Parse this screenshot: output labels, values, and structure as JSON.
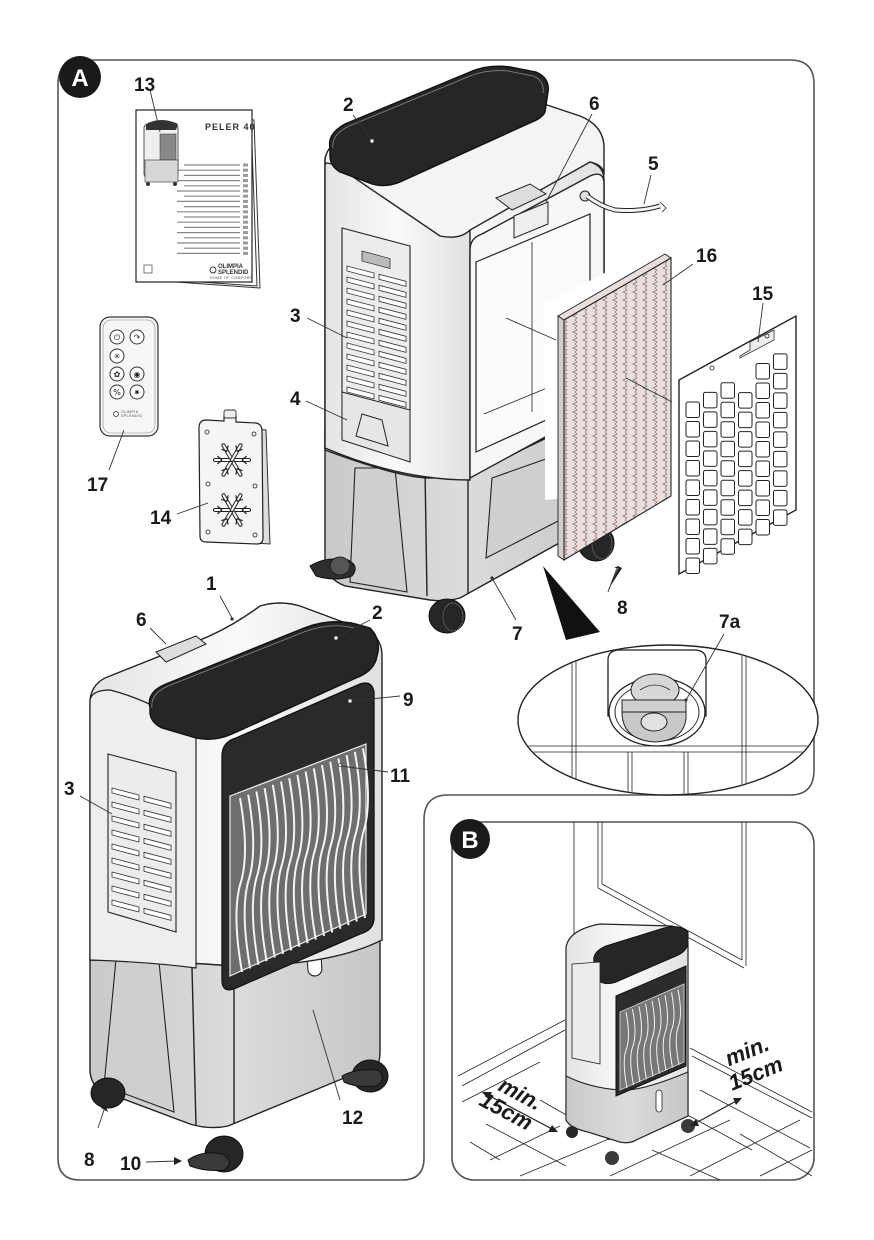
{
  "figure": {
    "panels": [
      {
        "id": "A",
        "badge_label": "A"
      },
      {
        "id": "B",
        "badge_label": "B"
      }
    ],
    "callouts": {
      "c1": "1",
      "c2_top": "2",
      "c2_bottom": "2",
      "c3_top": "3",
      "c3_bottom": "3",
      "c4": "4",
      "c5": "5",
      "c6_top": "6",
      "c6_bottom": "6",
      "c7": "7",
      "c7a": "7a",
      "c8_top": "8",
      "c8_bottom": "8",
      "c9": "9",
      "c10": "10",
      "c11": "11",
      "c12": "12",
      "c13": "13",
      "c14": "14",
      "c15": "15",
      "c16": "16",
      "c17": "17"
    },
    "manual": {
      "model_title": "PELER 40",
      "brand_line1": "OLIMPIA",
      "brand_line2": "SPLENDID",
      "brand_tagline": "HOME OF COMFORT"
    },
    "remote": {
      "brand_line1": "OLIMPIA",
      "brand_line2": "SPLENDID",
      "buttons": [
        {
          "icon": "power-icon"
        },
        {
          "icon": "swing-icon"
        },
        {
          "icon": "cooling-icon"
        },
        {
          "icon": "fan-speed-icon"
        },
        {
          "icon": "timer-icon"
        },
        {
          "icon": "mode-icon"
        },
        {
          "icon": "settings-icon"
        }
      ]
    },
    "clearance": {
      "left_label_line1": "min.",
      "left_label_line2": "15cm",
      "right_label_line1": "min.",
      "right_label_line2": "15cm"
    },
    "colors": {
      "outline": "#222222",
      "dark_panel": "#262626",
      "body_light": "#f2f2f2",
      "tank_grey": "#d2d2d2",
      "filter_fill": "#e6dede",
      "badge": "#1a1a1a"
    }
  }
}
